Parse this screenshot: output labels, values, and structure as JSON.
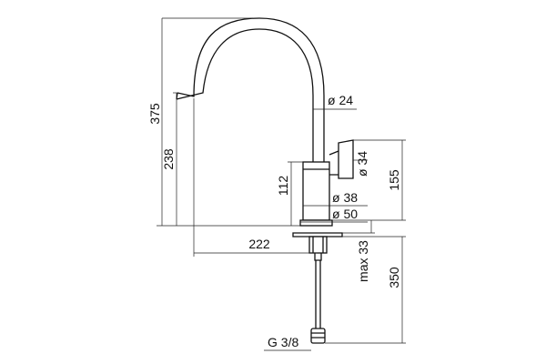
{
  "dimensions": {
    "overall_height": "375",
    "spout_height": "238",
    "body_height": "112",
    "pipe_diameter": "ø 24",
    "lever_diameter": "ø 34",
    "body_diameter": "ø 38",
    "base_diameter": "ø 50",
    "lever_height": "155",
    "reach": "222",
    "max_counter_thickness": "max 33",
    "hose_length": "350",
    "thread": "G 3/8"
  },
  "colors": {
    "line": "#111111",
    "background": "#ffffff"
  }
}
